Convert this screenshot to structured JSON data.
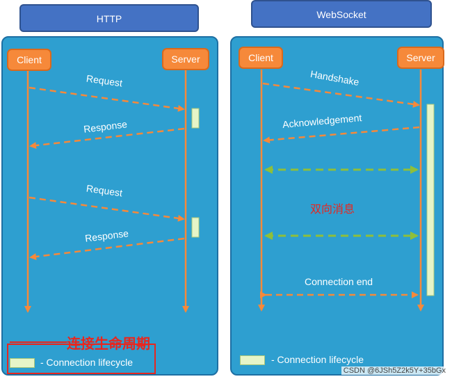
{
  "http": {
    "title": "HTTP",
    "client": "Client",
    "server": "Server",
    "messages": [
      "Request",
      "Response",
      "Request",
      "Response"
    ],
    "legend": "- Connection lifecycle"
  },
  "websocket": {
    "title": "WebSocket",
    "client": "Client",
    "server": "Server",
    "messages": [
      "Handshake",
      "Acknowledgement",
      "Connection end"
    ],
    "bidirectional": "双向消息",
    "legend": "- Connection lifecycle"
  },
  "annotation": "连接生命周期",
  "watermark": "CSDN @6JSh5Z2k5Y+35bGx",
  "colors": {
    "panel": "#2e9fd0",
    "title_box": "#4472c4",
    "node": "#f6893a",
    "arrow": "#f6893a",
    "bidirectional_arrow": "#8fbf3a",
    "lifecycle": "#e6f5c8",
    "annotation": "#e8261e"
  }
}
